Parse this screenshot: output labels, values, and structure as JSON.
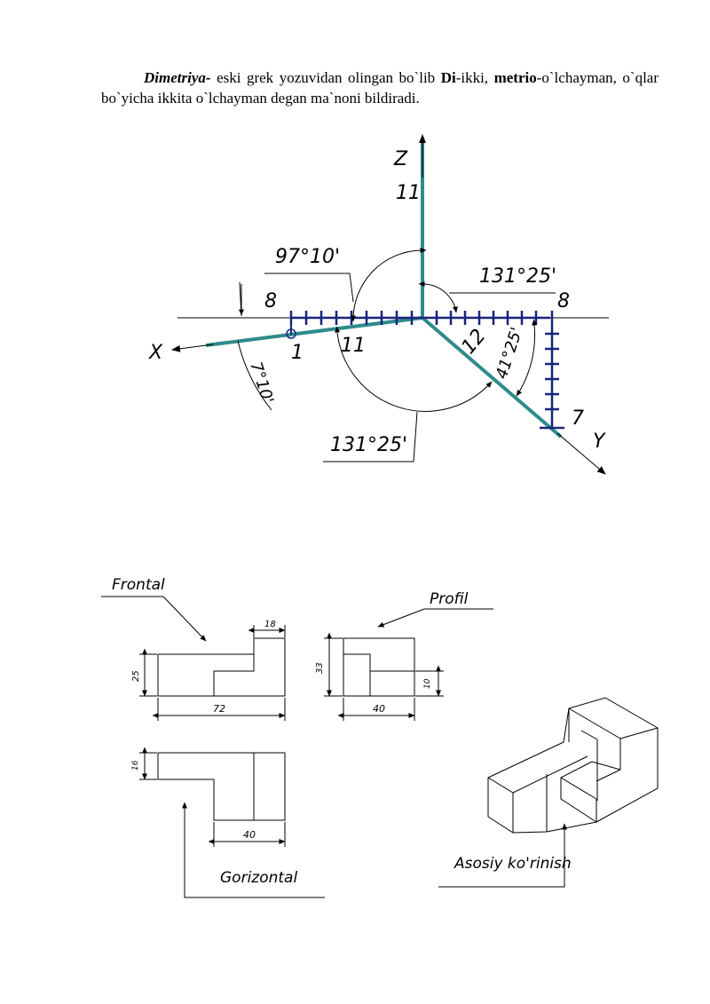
{
  "paragraph": {
    "term": "Dimetriya-",
    "t1": " eski grek yozuvidan olingan bo`lib ",
    "di": "Di",
    "t2": "-ikki, ",
    "metrio": "metrio",
    "t3": "-o`lchayman, o`qlar bo`yicha ikkita o`lchayman degan ma`noni bildiradi."
  },
  "axes_diagram": {
    "axis_z": "Z",
    "axis_x": "X",
    "axis_y": "Y",
    "z_scale": "11",
    "x_scale_top": "8",
    "x_scale_bottom": "1",
    "x_scale_mid": "11",
    "y_scale_mid": "12",
    "right_top": "8",
    "right_bottom": "7",
    "angle_top_left": "97°10'",
    "angle_top_right": "131°25'",
    "angle_bottom": "131°25'",
    "angle_left": "7°10'",
    "angle_right": "41°25'",
    "accent_color": "#2e8b8b",
    "tick_color": "#1a237e"
  },
  "views": {
    "frontal_label": "Frontal",
    "profil_label": "Profil",
    "gorizontal_label": "Gorizontal",
    "asosiy_label": "Asosiy ko'rinish",
    "dim_18": "18",
    "dim_25": "25",
    "dim_72": "72",
    "dim_33": "33",
    "dim_10": "10",
    "dim_40_profile": "40",
    "dim_16": "16",
    "dim_40_top": "40"
  }
}
